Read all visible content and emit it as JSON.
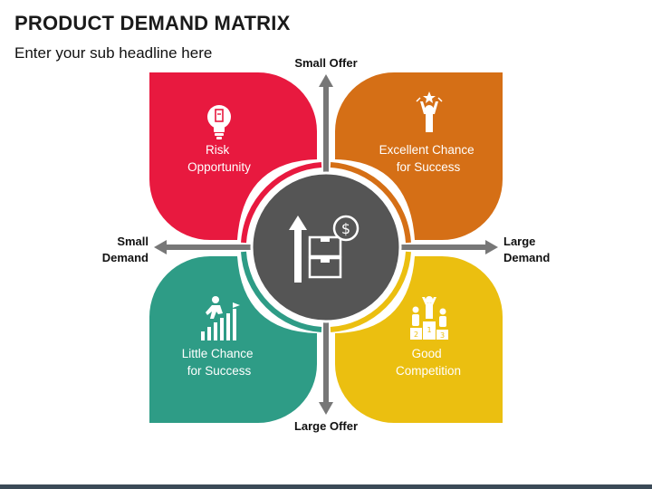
{
  "header": {
    "title": "PRODUCT DEMAND MATRIX",
    "subtitle": "Enter your sub headline here"
  },
  "axes": {
    "top": "Small Offer",
    "bottom": "Large Offer",
    "left": [
      "Small",
      "Demand"
    ],
    "right": [
      "Large",
      "Demand"
    ]
  },
  "quadrants": {
    "top_left": {
      "lines": [
        "Risk",
        "Opportunity"
      ],
      "icon": "lightbulb-icon",
      "color": "#E8193F"
    },
    "top_right": {
      "lines": [
        "Excellent Chance",
        "for Success"
      ],
      "icon": "winner-icon",
      "color": "#D56F16"
    },
    "bottom_left": {
      "lines": [
        "Little Chance",
        "for Success"
      ],
      "icon": "climbing-stairs-icon",
      "color": "#2E9C86"
    },
    "bottom_right": {
      "lines": [
        "Good",
        "Competition"
      ],
      "icon": "podium-icon",
      "color": "#EBBF10"
    }
  },
  "center": {
    "icon": "product-boxes-dollar-icon",
    "color": "#555555"
  },
  "theme": {
    "arrow": "#777777",
    "footer": "#3B4A57"
  }
}
